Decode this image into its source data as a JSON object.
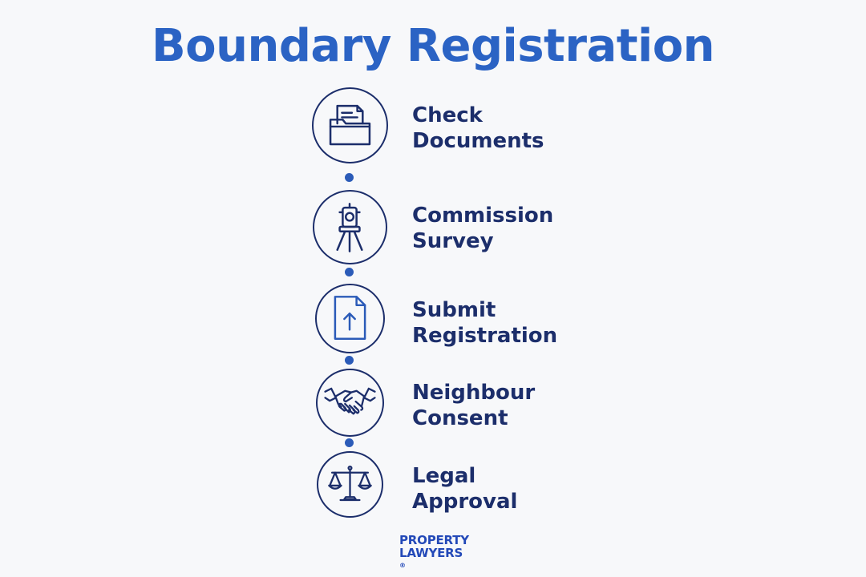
{
  "title": "Boundary Registration",
  "colors": {
    "accent": "#2b63c4",
    "ink": "#1c2e6b",
    "dot": "#2b5bb8",
    "brand": "#2349b8"
  },
  "steps": [
    {
      "line1": "Check",
      "line2": "Documents",
      "icon": "folder-document-icon"
    },
    {
      "line1": "Commission",
      "line2": "Survey",
      "icon": "surveyor-theodolite-icon"
    },
    {
      "line1": "Submit",
      "line2": "Registration",
      "icon": "file-upload-icon"
    },
    {
      "line1": "Neighbour",
      "line2": "Consent",
      "icon": "handshake-icon"
    },
    {
      "line1": "Legal",
      "line2": "Approval",
      "icon": "scales-of-justice-icon"
    }
  ],
  "brand": {
    "line1": "PROPERTY",
    "line2": "LAWYERS",
    "mark": "®"
  }
}
